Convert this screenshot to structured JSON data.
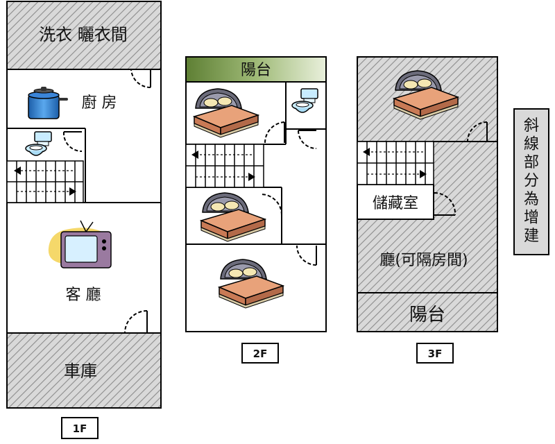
{
  "floors": {
    "f1": {
      "tag": "1F",
      "rooms": {
        "laundry": "洗衣 曬衣間",
        "kitchen": "廚 房",
        "living": "客 廳",
        "garage": "車庫"
      }
    },
    "f2": {
      "tag": "2F",
      "rooms": {
        "balcony": "陽台"
      }
    },
    "f3": {
      "tag": "3F",
      "rooms": {
        "storage": "儲藏室",
        "hall": "廳(可隔房間)",
        "balcony": "陽台"
      }
    }
  },
  "note": "斜線部分為增建",
  "colors": {
    "outline": "#000000",
    "hatch_bg": "#d9d9d9",
    "hatch_line": "#8c8c8c",
    "balcony_green": "#7a9b4e",
    "bed_cover": "#e8a27a",
    "pot_blue": "#2b7fd0"
  },
  "icons": [
    "pot-icon",
    "toilet-icon",
    "tv-icon",
    "bed-icon",
    "stairs-icon",
    "door-swing-icon"
  ]
}
